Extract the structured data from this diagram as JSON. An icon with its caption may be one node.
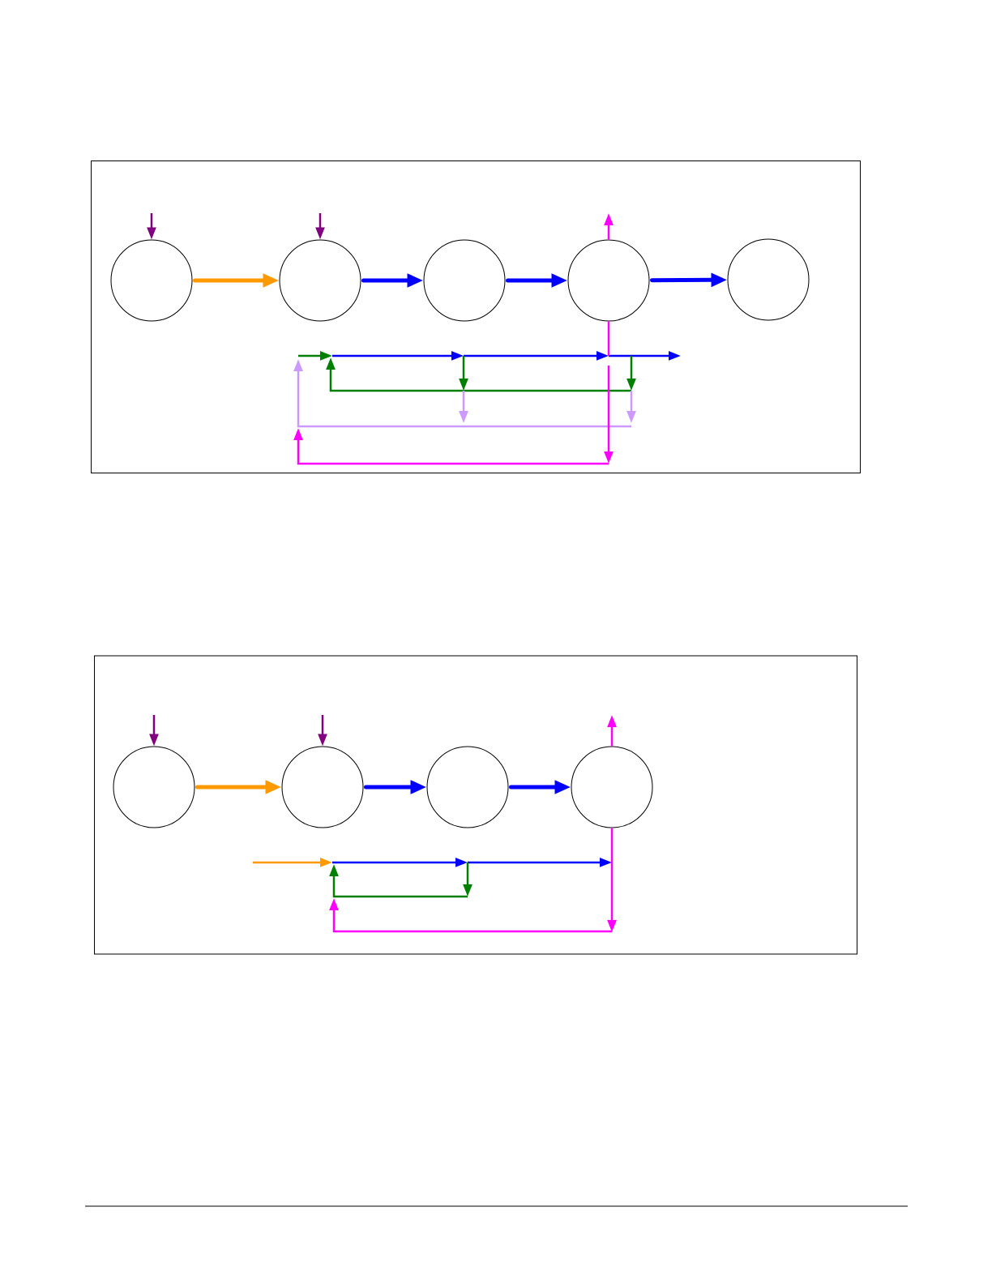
{
  "diagram": {
    "nodes": [
      {
        "text": [],
        "shape": "box"
      },
      {
        "text": [],
        "shape": "circle",
        "in": 0
      },
      {
        "text": [],
        "shape": "circle",
        "in": 0
      },
      {
        "text": [],
        "shape": "circle",
        "in": 0
      },
      {
        "text": [],
        "shape": "circle",
        "in": 0
      },
      {
        "text": [],
        "shape": "circle",
        "in": 0
      },
      {
        "text": [],
        "shape": "box"
      },
      {
        "text": [],
        "shape": "circle",
        "in": 6
      },
      {
        "text": [],
        "shape": "circle",
        "in": 6
      },
      {
        "text": [],
        "shape": "circle",
        "in": 6
      },
      {
        "text": [],
        "shape": "circle",
        "in": 6
      }
    ],
    "edges": [
      {
        "from": 1,
        "to": 2,
        "arrow": "to",
        "style": "thick",
        "color": "#ff9900"
      },
      {
        "from": 2,
        "to": 3,
        "arrow": "to",
        "style": "thick"
      },
      {
        "from": 3,
        "to": 4,
        "arrow": "to",
        "style": "thick"
      },
      {
        "from": 4,
        "to": 5,
        "arrow": "to",
        "style": "thick"
      },
      {
        "from": null,
        "to": 1,
        "arrow": "to",
        "color": "#800080"
      },
      {
        "from": null,
        "to": 2,
        "arrow": "to",
        "color": "#800080"
      },
      {
        "from": 4,
        "to": null,
        "arrow": "to",
        "color": "#ff00ff"
      },
      {
        "from": 4,
        "to": null,
        "arrow": "none",
        "color": "#ff00ff"
      },
      {
        "from": 7,
        "to": 8,
        "arrow": "to",
        "style": "thick",
        "color": "#ff9900"
      },
      {
        "from": 8,
        "to": 9,
        "arrow": "to",
        "style": "thick"
      },
      {
        "from": 9,
        "to": 10,
        "arrow": "to",
        "style": "thick"
      },
      {
        "from": null,
        "to": 7,
        "arrow": "to",
        "color": "#800080"
      },
      {
        "from": null,
        "to": 8,
        "arrow": "to",
        "color": "#800080"
      },
      {
        "from": 10,
        "to": null,
        "arrow": "to",
        "color": "#ff00ff"
      },
      {
        "from": 10,
        "to": null,
        "arrow": "to",
        "color": "#ff00ff"
      }
    ]
  }
}
